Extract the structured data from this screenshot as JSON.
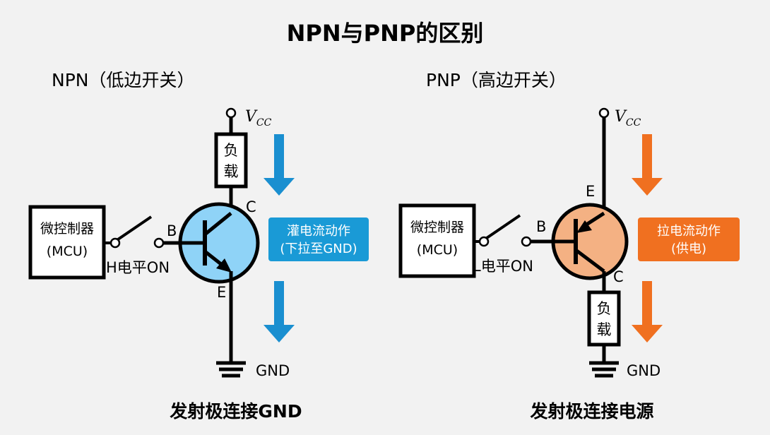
{
  "title": "NPN与PNP的区别",
  "colors": {
    "npn_body": "#8fd3f7",
    "npn_arrow": "#1a8fd0",
    "npn_badge": "#1a9ad6",
    "pnp_body": "#f4b183",
    "pnp_arrow": "#f07020",
    "pnp_badge": "#f07020"
  },
  "npn": {
    "heading": "NPN（低边开关）",
    "vcc": "V",
    "vcc_sub": "CC",
    "load_line1": "负",
    "load_line2": "载",
    "mcu_line1": "微控制器",
    "mcu_line2": "(MCU)",
    "terminal_b": "B",
    "terminal_c": "C",
    "terminal_e": "E",
    "switch_label": "H电平ON",
    "action_line1": "灌电流动作",
    "action_line2": "(下拉至GND)",
    "gnd": "GND",
    "caption": "发射极连接GND"
  },
  "pnp": {
    "heading": "PNP（高边开关）",
    "vcc": "V",
    "vcc_sub": "CC",
    "load_line1": "负",
    "load_line2": "载",
    "mcu_line1": "微控制器",
    "mcu_line2": "(MCU)",
    "terminal_b": "B",
    "terminal_c": "C",
    "terminal_e": "E",
    "switch_label": "L电平ON",
    "action_line1": "拉电流动作",
    "action_line2": "(供电)",
    "gnd": "GND",
    "caption": "发射极连接电源"
  }
}
